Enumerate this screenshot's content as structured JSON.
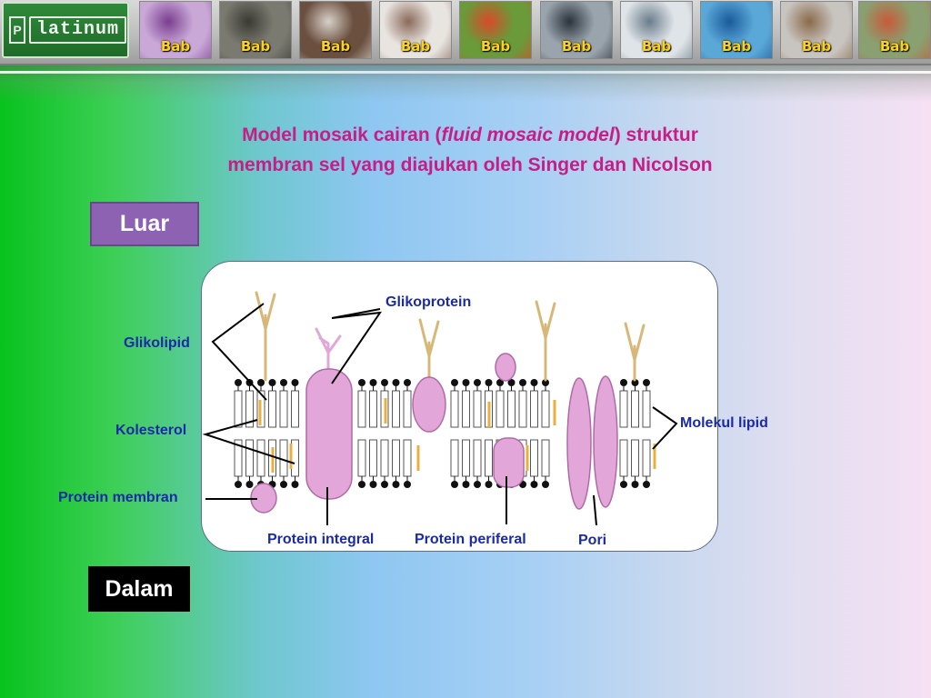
{
  "nav": {
    "logo_mark": "P",
    "logo_word": "latinum",
    "tabs": [
      {
        "label": "Bab",
        "thumb_color": "#c9a8d8",
        "accent": "#7a3e8e"
      },
      {
        "label": "Bab",
        "thumb_color": "#7a7a70",
        "accent": "#3a3a34"
      },
      {
        "label": "Bab",
        "thumb_color": "#6b5040",
        "accent": "#d8d0c8"
      },
      {
        "label": "Bab",
        "thumb_color": "#e8e4e0",
        "accent": "#8a6a5a"
      },
      {
        "label": "Bab",
        "thumb_color": "#6a9a3a",
        "accent": "#d84a2a"
      },
      {
        "label": "Bab",
        "thumb_color": "#9aa4ac",
        "accent": "#2a323a"
      },
      {
        "label": "Bab",
        "thumb_color": "#dfe4e8",
        "accent": "#6a7c8a"
      },
      {
        "label": "Bab",
        "thumb_color": "#5aa8d8",
        "accent": "#1a5a9a"
      },
      {
        "label": "Bab",
        "thumb_color": "#c8c4c0",
        "accent": "#8a6a4a"
      },
      {
        "label": "Bab",
        "thumb_color": "#8aa070",
        "accent": "#c85a3a"
      }
    ]
  },
  "title": {
    "line1_a": "Model mosaik cairan (",
    "line1_italic": "fluid mosaic model",
    "line1_b": ") struktur",
    "line2": "membran sel yang diajukan oleh Singer dan Nicolson"
  },
  "sides": {
    "outside": "Luar",
    "inside": "Dalam"
  },
  "labels": {
    "glikolipid": "Glikolipid",
    "glikoprotein": "Glikoprotein",
    "kolesterol": "Kolesterol",
    "protein_membran": "Protein membran",
    "molekul_lipid": "Molekul lipid",
    "protein_integral": "Protein integral",
    "protein_periferal": "Protein periferal",
    "pori": "Pori"
  },
  "colors": {
    "title": "#c61e86",
    "label": "#1b2ba6",
    "protein": "#e2a7d8",
    "protein_stroke": "#b06aa6",
    "cholesterol": "#e8b040",
    "carbohydrate": "#d8b878",
    "outside_box": "#8d62b2"
  }
}
